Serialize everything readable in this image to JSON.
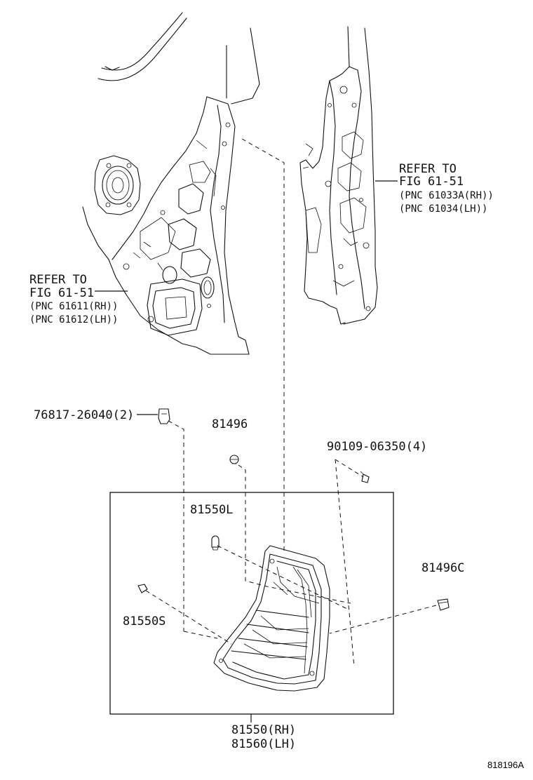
{
  "left_panel_ref": {
    "line1": "REFER TO",
    "line2": "FIG 61-51",
    "line3": "(PNC 61611(RH))",
    "line4": "(PNC 61612(LH))"
  },
  "right_panel_ref": {
    "line1": "REFER TO",
    "line2": "FIG 61-51",
    "line3": "(PNC 61033A(RH))",
    "line4": "(PNC 61034(LH))"
  },
  "parts": {
    "clip": "76817-26040(2)",
    "p81496": "81496",
    "screw": "90109-06350(4)",
    "p81550L": "81550L",
    "p81496C": "81496C",
    "p81550S": "81550S",
    "assy_rh": "81550(RH)",
    "assy_lh": "81560(LH)"
  },
  "figure_id": "818196A"
}
